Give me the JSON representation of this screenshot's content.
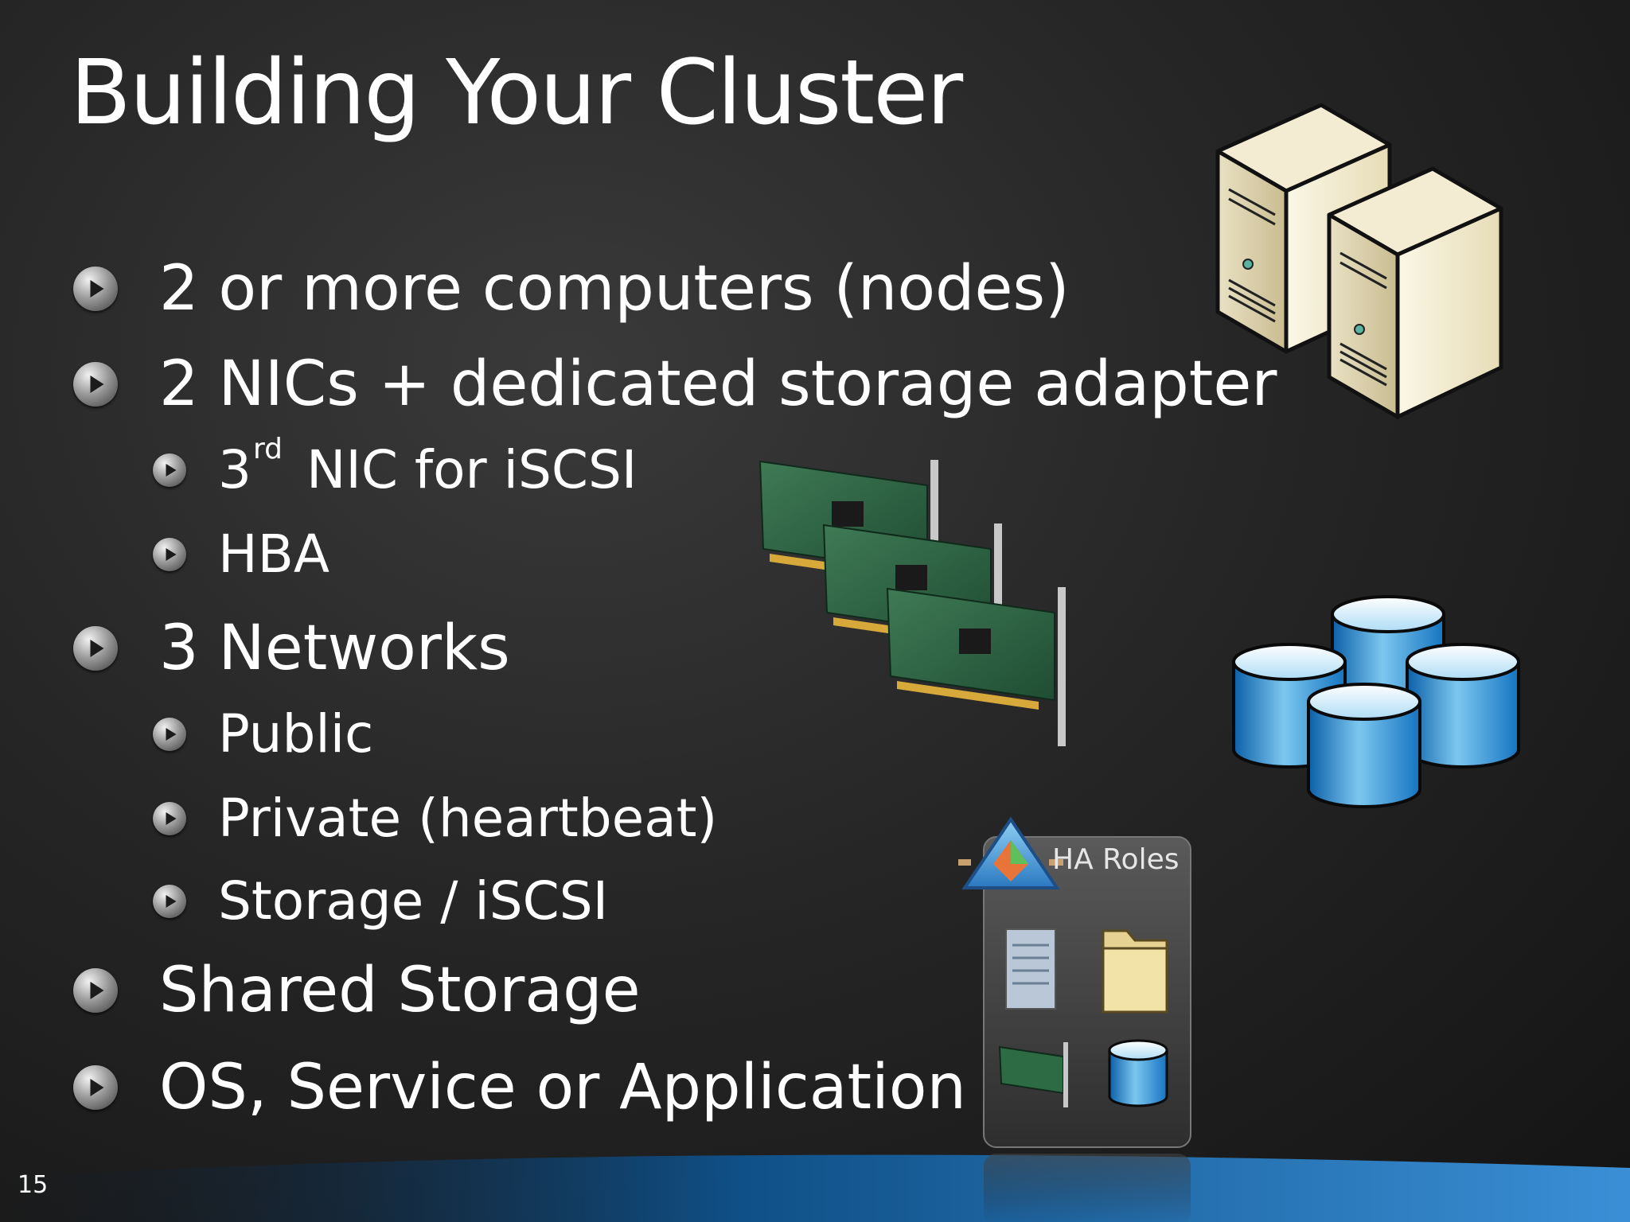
{
  "slide": {
    "title": "Building Your Cluster",
    "page_number": "15",
    "bullets": [
      {
        "level": 1,
        "text": "2 or more computers (nodes)"
      },
      {
        "level": 1,
        "text": "2 NICs + dedicated storage adapter"
      },
      {
        "level": 2,
        "text": "3",
        "superscript": "rd",
        "text_after": "NIC for iSCSI"
      },
      {
        "level": 2,
        "text": "HBA"
      },
      {
        "level": 1,
        "text": "3 Networks"
      },
      {
        "level": 2,
        "text": "Public"
      },
      {
        "level": 2,
        "text": "Private (heartbeat)"
      },
      {
        "level": 2,
        "text": "Storage / iSCSI"
      },
      {
        "level": 1,
        "text": "Shared Storage"
      },
      {
        "level": 1,
        "text": "OS, Service or Application"
      }
    ],
    "ha_roles_label": "HA Roles",
    "images": [
      "server-towers-icon",
      "network-adapter-cards-icon",
      "storage-disks-icon",
      "ha-roles-icon"
    ]
  }
}
